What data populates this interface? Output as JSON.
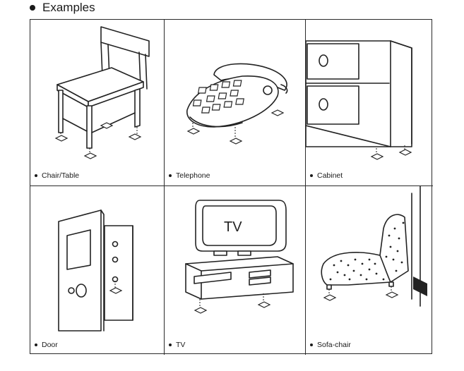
{
  "section": {
    "heading": "Examples"
  },
  "examples": [
    {
      "label": "Chair/Table",
      "icon": "chair-icon"
    },
    {
      "label": "Telephone",
      "icon": "telephone-icon"
    },
    {
      "label": "Cabinet",
      "icon": "cabinet-icon"
    },
    {
      "label": "Door",
      "icon": "door-icon"
    },
    {
      "label": "TV",
      "icon": "tv-icon",
      "screen_text": "TV"
    },
    {
      "label": "Sofa-chair",
      "icon": "sofa-chair-icon"
    }
  ]
}
